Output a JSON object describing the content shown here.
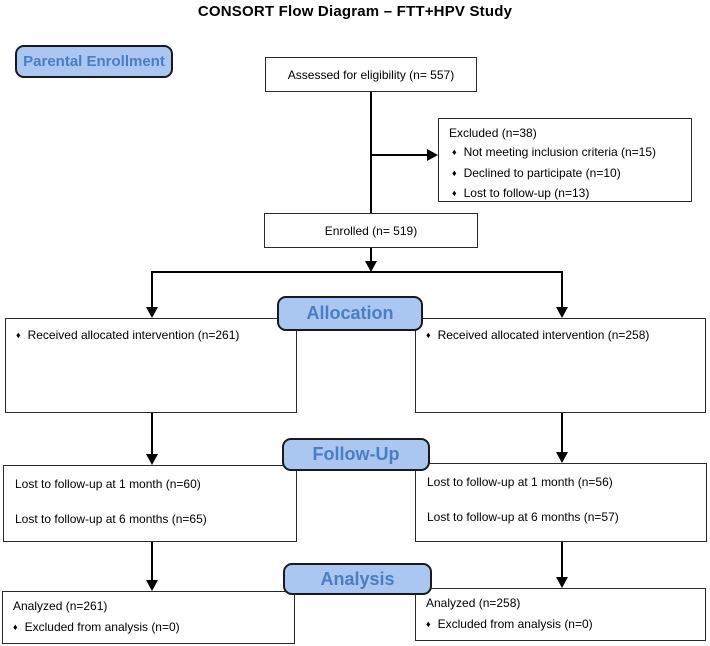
{
  "title": "CONSORT Flow Diagram – FTT+HPV Study",
  "glyphs": {
    "bullet": "♦"
  },
  "colors": {
    "pill_fill": "#a9c7f1",
    "pill_text": "#4a7dc4",
    "pill_border": "#1a1a1a",
    "box_border": "#2b2b2b",
    "arrow": "#000000"
  },
  "stages": {
    "enrollment_label": "Parental Enrollment",
    "allocation_label": "Allocation",
    "followup_label": "Follow-Up",
    "analysis_label": "Analysis"
  },
  "boxes": {
    "assessed": {
      "text": "Assessed for eligibility (n= 557)"
    },
    "excluded": {
      "title": "Excluded (n=38)",
      "items": [
        "Not meeting inclusion criteria (n=15)",
        "Declined to participate (n=10)",
        "Lost to follow-up (n=13)"
      ]
    },
    "enrolled": {
      "text": "Enrolled (n= 519)"
    },
    "allocation_left": {
      "items": [
        "Received allocated intervention (n=261)"
      ]
    },
    "allocation_right": {
      "items": [
        "Received allocated intervention (n=258)"
      ]
    },
    "followup_left": {
      "lines": [
        "Lost to follow-up at 1 month (n=60)",
        "Lost to follow-up at 6 months (n=65)"
      ]
    },
    "followup_right": {
      "lines": [
        "Lost to follow-up at 1 month (n=56)",
        "Lost to follow-up at 6 months (n=57)"
      ]
    },
    "analysis_left": {
      "title": "Analyzed (n=261)",
      "items": [
        "Excluded from analysis (n=0)"
      ]
    },
    "analysis_right": {
      "title": "Analyzed (n=258)",
      "items": [
        "Excluded from analysis (n=0)"
      ]
    }
  }
}
